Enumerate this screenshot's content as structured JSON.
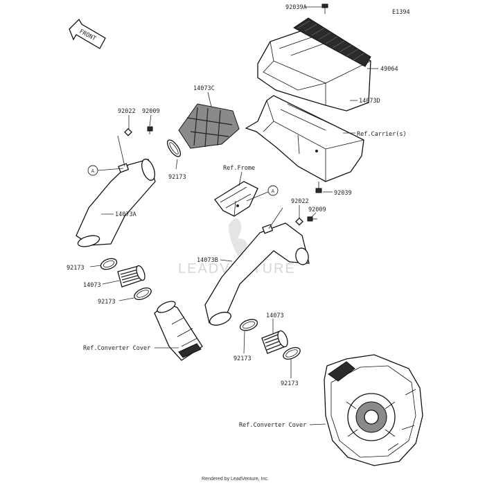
{
  "diagram_code": "E1394",
  "front_label": "FRONT",
  "watermark": "LEADVENTURE",
  "footer": "Rendered by LeadVenture, Inc.",
  "callout_letter": "A",
  "labels": {
    "p92039A": "92039A",
    "p49064": "49064",
    "p14073D": "14073D",
    "p14073C": "14073C",
    "refCarrier": "Ref.Carrier(s)",
    "p92022_top": "92022",
    "p92009_top": "92009",
    "p92173_top": "92173",
    "p14073A": "14073A",
    "refFrome": "Ref.Frome",
    "p92039": "92039",
    "p92022_mid": "92022",
    "p92009_mid": "92009",
    "p14073B": "14073B",
    "p92173_l1": "92173",
    "p14073_left": "14073",
    "p92173_l2": "92173",
    "refConvLeft": "Ref.Converter Cover",
    "p14073_right": "14073",
    "p92173_r1": "92173",
    "p92173_r2": "92173",
    "refConvRight": "Ref.Converter Cover"
  }
}
